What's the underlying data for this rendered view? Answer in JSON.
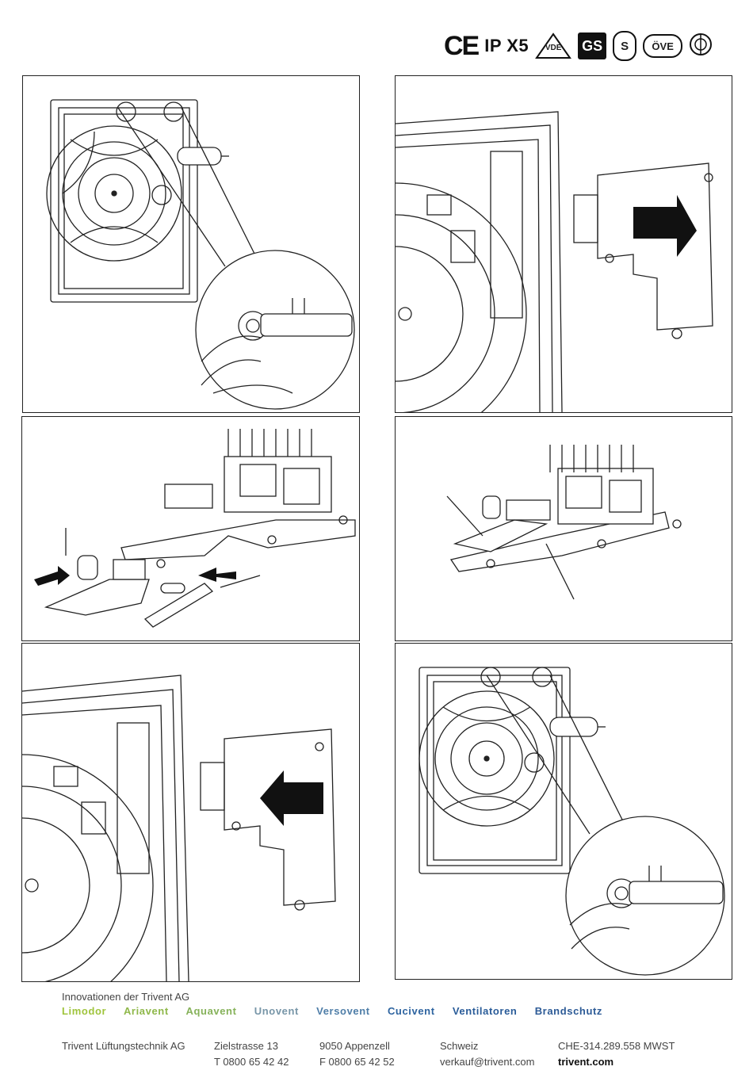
{
  "certifications": {
    "ce": "CE",
    "ip": "IP X5",
    "vde": "VDE",
    "gs": "GS",
    "s": "S",
    "ove": "ÖVE",
    "extra_icon": "certification-seal-icon"
  },
  "footer": {
    "tagline": "Innovationen der Trivent AG",
    "brands": [
      {
        "label": "Limodor",
        "color": "#9fc43c"
      },
      {
        "label": "Ariavent",
        "color": "#8fb84a"
      },
      {
        "label": "Aquavent",
        "color": "#86b25a"
      },
      {
        "label": "Unovent",
        "color": "#7896a8"
      },
      {
        "label": "Versovent",
        "color": "#4f7ea8"
      },
      {
        "label": "Cucivent",
        "color": "#2e64a0"
      },
      {
        "label": "Ventilatoren",
        "color": "#2a5c99"
      },
      {
        "label": "Brandschutz",
        "color": "#2c5a96"
      }
    ],
    "company": "Trivent Lüftungstechnik AG",
    "street": "Zielstrasse 13",
    "phone": "T 0800 65 42 42",
    "city": "9050 Appenzell",
    "fax": "F 0800 65 42 52",
    "country": "Schweiz",
    "email": "verkauf@trivent.com",
    "vat": "CHE-314.289.558 MWST",
    "website": "trivent.com"
  }
}
